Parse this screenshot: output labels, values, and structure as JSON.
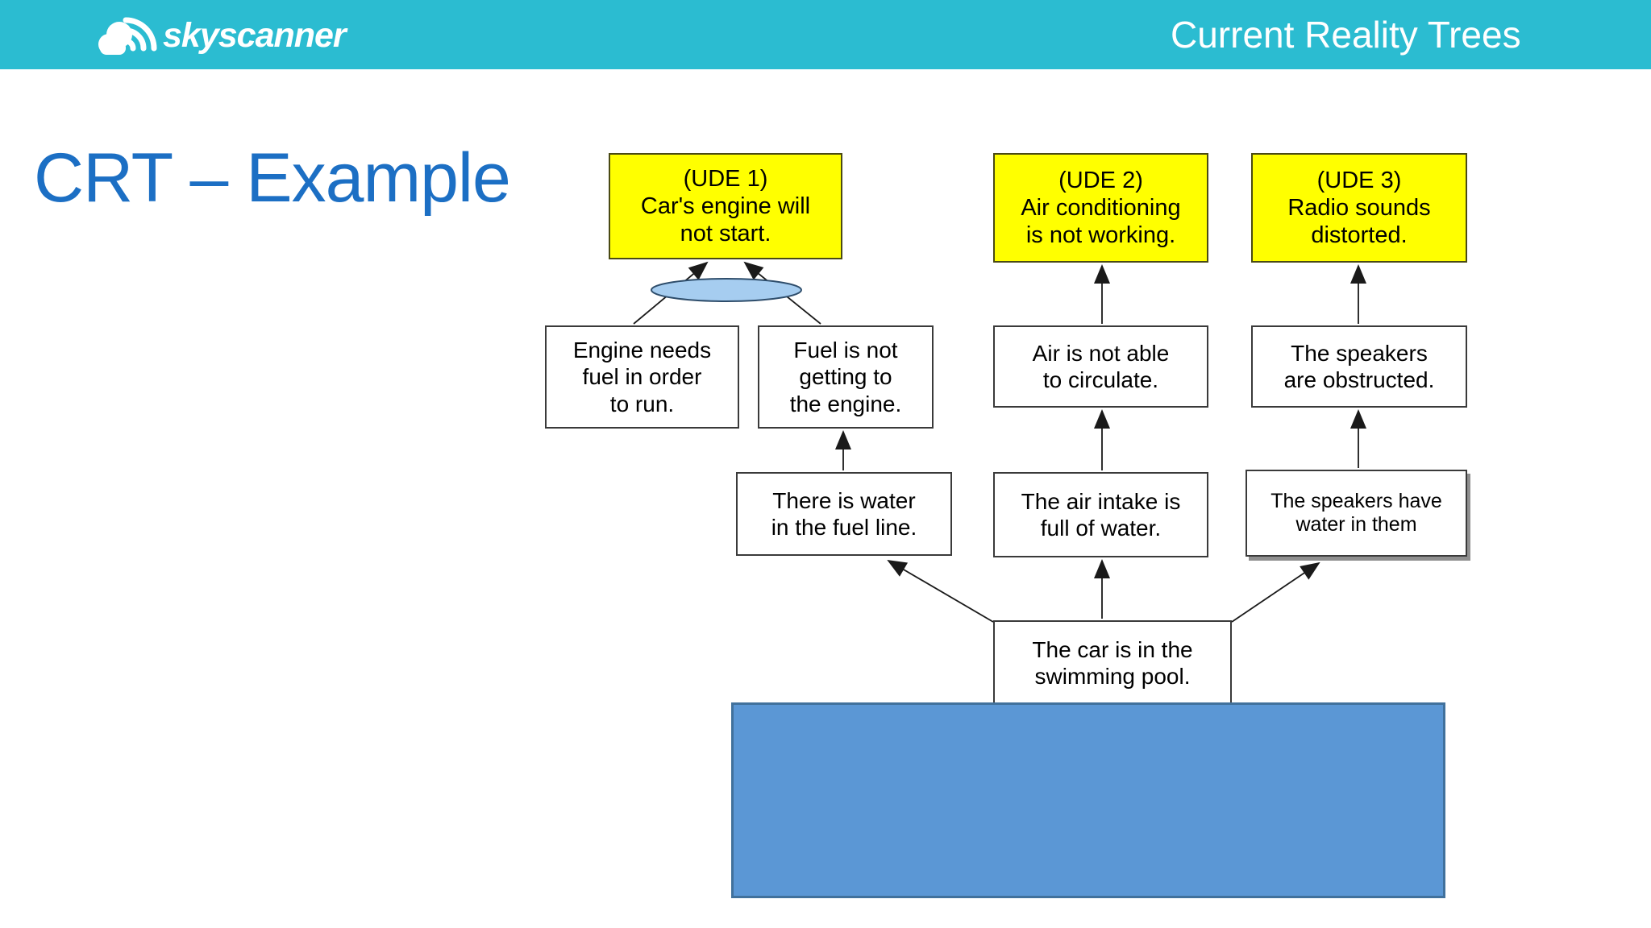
{
  "header": {
    "logo_text": "skyscanner",
    "title": "Current Reality Trees",
    "bg_color": "#2BBCD1",
    "text_color": "#FFFFFF"
  },
  "slide": {
    "title": "CRT – Example",
    "title_color": "#1C6FC4"
  },
  "diagram": {
    "nodes": {
      "ude1": "(UDE 1)\nCar's engine will\nnot start.",
      "ude2": "(UDE 2)\nAir conditioning\nis not working.",
      "ude3": "(UDE 3)\nRadio sounds\ndistorted.",
      "engine_needs_fuel": "Engine needs\nfuel in order\nto run.",
      "fuel_not_getting": "Fuel is not\ngetting to\nthe engine.",
      "air_not_circulate": "Air is not able\nto circulate.",
      "speakers_obstructed": "The speakers\nare obstructed.",
      "water_in_fuel_line": "There is water\nin the fuel line.",
      "air_intake_full": "The air intake is\nfull of water.",
      "speakers_have_water": "The speakers have\nwater in them",
      "car_in_pool": "The car is in the\nswimming pool."
    },
    "colors": {
      "ude_fill": "#FFFF00",
      "cause_fill": "#FFFFFF",
      "and_ellipse_fill": "#A6CDF0",
      "hidden_box_fill": "#5B97D5",
      "hidden_box_border": "#41719C",
      "connector": "#1A1A1A"
    }
  }
}
